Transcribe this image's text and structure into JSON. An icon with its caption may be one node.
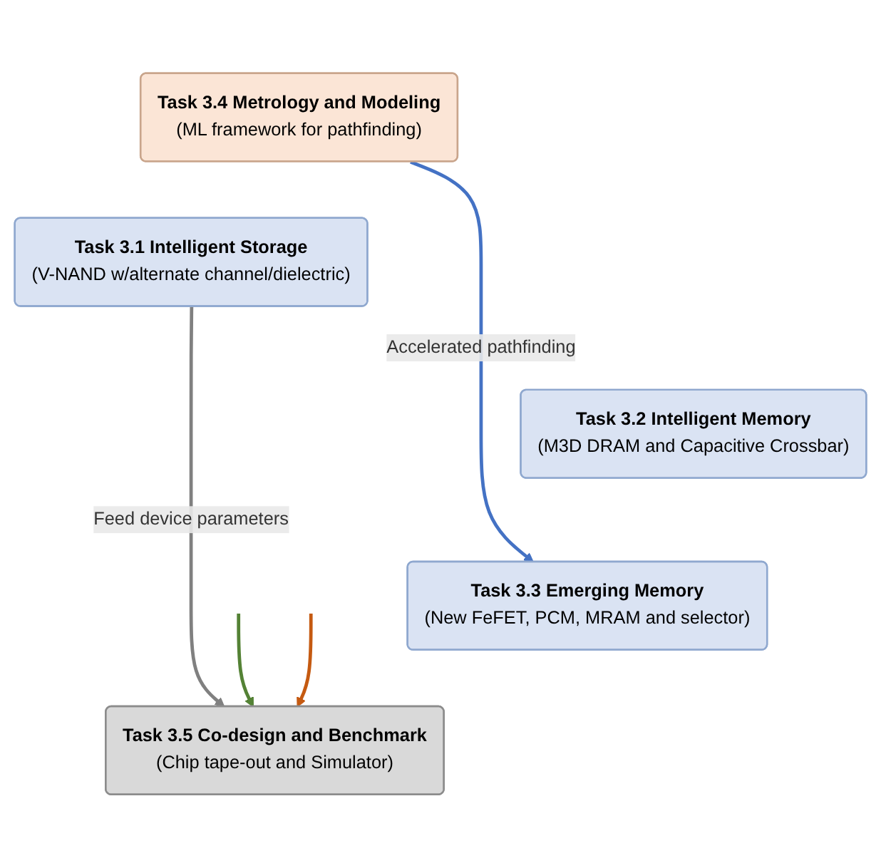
{
  "diagram": {
    "nodes": [
      {
        "text": [
          "Task 3.4 Metrology and Modeling",
          "(ML framework for pathfinding)"
        ]
      },
      {
        "text": [
          "Task 3.1 Intelligent Storage",
          "(V-NAND w/alternate channel/dielectric)"
        ]
      },
      {
        "text": [
          "Task 3.2 Intelligent Memory",
          "(M3D DRAM and Capacitive Crossbar)"
        ]
      },
      {
        "text": [
          "Task 3.3 Emerging Memory",
          "(New FeFET, PCM, MRAM and selector)"
        ]
      },
      {
        "text": [
          "Task 3.5 Co-design and Benchmark",
          "(Chip tape-out and Simulator)"
        ]
      }
    ],
    "edges": [
      {
        "from": 0,
        "to": 3,
        "arrow": "to",
        "label": "Accelerated pathfinding",
        "color": "#4472c4"
      },
      {
        "from": 1,
        "to": 4,
        "arrow": "to",
        "label": "Feed device parameters",
        "color": "#808080"
      },
      {
        "from": null,
        "to": 4,
        "arrow": "to",
        "color": "#548235"
      },
      {
        "from": null,
        "to": 4,
        "arrow": "to",
        "color": "#c55a11"
      }
    ]
  }
}
